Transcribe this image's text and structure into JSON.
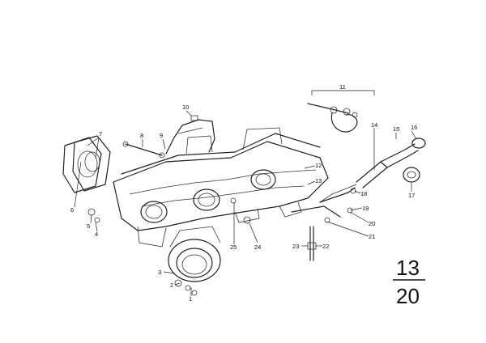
{
  "diagram": {
    "part_numbers": [
      "1",
      "2",
      "3",
      "4",
      "5",
      "6",
      "7",
      "8",
      "9",
      "10",
      "11",
      "12",
      "13",
      "14",
      "15",
      "16",
      "17",
      "18",
      "19",
      "20",
      "21",
      "22",
      "23",
      "24",
      "25"
    ],
    "reference": {
      "top": "13",
      "bottom": "20"
    }
  }
}
